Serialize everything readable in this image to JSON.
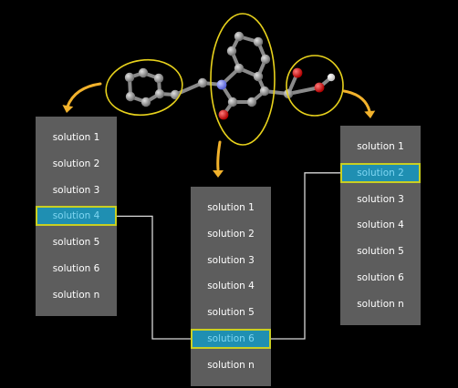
{
  "colors": {
    "background": "#000000",
    "panel": "#5d5d5d",
    "selected_fill": "#1f8fb2",
    "selected_text": "#7fd6f2",
    "selected_border": "#c9cf22",
    "highlight_ring": "#e8d21c",
    "arrow": "#f2b22c",
    "connector": "#d8d8d8",
    "atom_carbon": "#8e8e8e",
    "atom_nitrogen": "#7f8cff",
    "atom_oxygen": "#e01010",
    "atom_hydrogen": "#ffffff"
  },
  "molecule": {
    "fragments": [
      "phenyl-fragment",
      "quinolinone-core-fragment",
      "carboxylic-acid-fragment"
    ]
  },
  "panels": [
    {
      "items": [
        "solution 1",
        "solution 2",
        "solution 3",
        "solution 4",
        "solution 5",
        "solution 6",
        "solution n"
      ],
      "selected_index": 3
    },
    {
      "items": [
        "solution 1",
        "solution 2",
        "solution 3",
        "solution 4",
        "solution 5",
        "solution 6",
        "solution n"
      ],
      "selected_index": 5
    },
    {
      "items": [
        "solution 1",
        "solution 2",
        "solution 3",
        "solution 4",
        "solution 5",
        "solution 6",
        "solution n"
      ],
      "selected_index": 1
    }
  ]
}
